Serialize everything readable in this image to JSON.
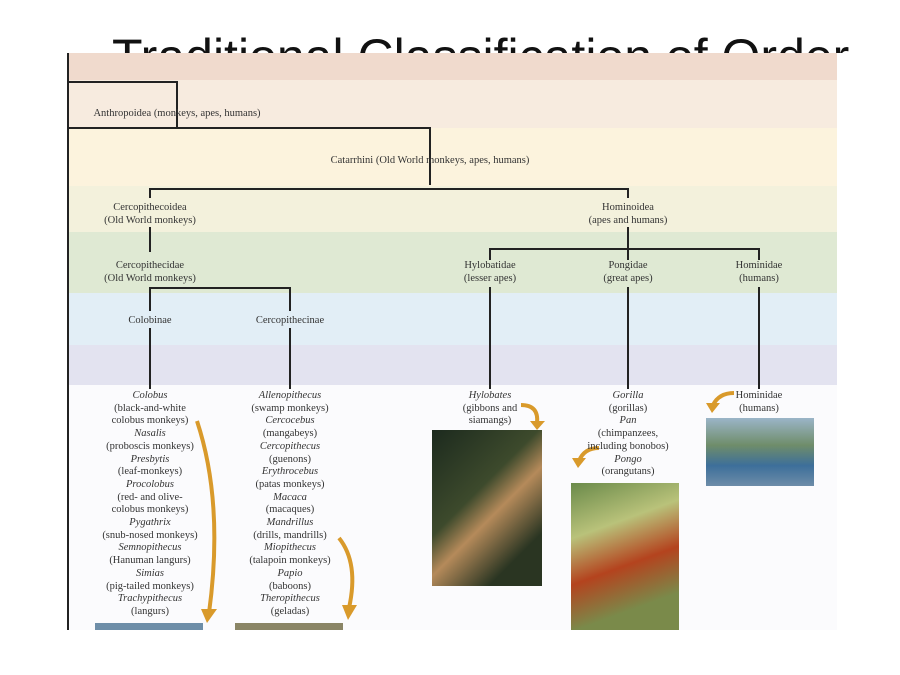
{
  "title": "Traditional Classification of Order",
  "taxa": {
    "anthropoidea": "Anthropoidea (monkeys, apes, humans)",
    "catarrhini": "Catarrhini (Old World monkeys, apes, humans)",
    "cercopithecoidea": [
      "Cercopithecoidea",
      "(Old World monkeys)"
    ],
    "hominoidea": [
      "Hominoidea",
      "(apes and humans)"
    ],
    "cercopithecidae": [
      "Cercopithecidae",
      "(Old World monkeys)"
    ],
    "hylobatidae": [
      "Hylobatidae",
      "(lesser apes)"
    ],
    "pongidae": [
      "Pongidae",
      "(great apes)"
    ],
    "hominidae": [
      "Hominidae",
      "(humans)"
    ],
    "colobinae": "Colobinae",
    "cercopithecinae": "Cercopithecinae"
  },
  "genera": {
    "colobinae": [
      "Colobus",
      "(black-and-white",
      "colobus monkeys)",
      "Nasalis",
      "(proboscis monkeys)",
      "Presbytis",
      "(leaf-monkeys)",
      "Procolobus",
      "(red- and olive-",
      "colobus monkeys)",
      "Pygathrix",
      "(snub-nosed monkeys)",
      "Semnopithecus",
      "(Hanuman langurs)",
      "Simias",
      "(pig-tailed monkeys)",
      "Trachypithecus",
      "(langurs)"
    ],
    "cercopithecinae": [
      "Allenopithecus",
      "(swamp monkeys)",
      "Cercocebus",
      "(mangabeys)",
      "Cercopithecus",
      "(guenons)",
      "Erythrocebus",
      "(patas monkeys)",
      "Macaca",
      "(macaques)",
      "Mandrillus",
      "(drills, mandrills)",
      "Miopithecus",
      "(talapoin monkeys)",
      "Papio",
      "(baboons)",
      "Theropithecus",
      "(geladas)"
    ],
    "hylobatidae": [
      "Hylobates",
      "(gibbons and",
      "siamangs)"
    ],
    "pongidae": [
      "Gorilla",
      "(gorillas)",
      "Pan",
      "(chimpanzees,",
      "including bonobos)",
      "Pongo",
      "(orangutans)"
    ],
    "hominidae": [
      "Hominidae",
      "(humans)"
    ]
  },
  "colors": {
    "arrow": "#d99a2b",
    "line": "#222222"
  }
}
